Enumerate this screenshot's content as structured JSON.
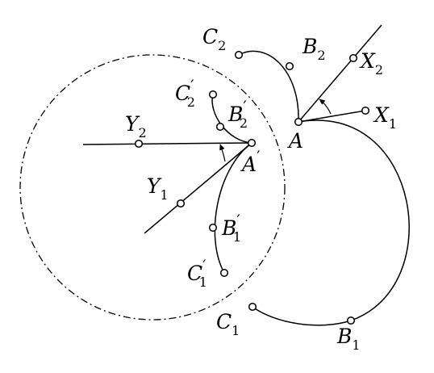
{
  "labels": {
    "A": {
      "base": "A",
      "sub": "",
      "prime": ""
    },
    "A1": {
      "base": "A",
      "sub": "",
      "prime": "′"
    },
    "B1": {
      "base": "B",
      "sub": "1",
      "prime": ""
    },
    "B2": {
      "base": "B",
      "sub": "2",
      "prime": ""
    },
    "C1": {
      "base": "C",
      "sub": "1",
      "prime": ""
    },
    "C2": {
      "base": "C",
      "sub": "2",
      "prime": ""
    },
    "X1": {
      "base": "X",
      "sub": "1",
      "prime": ""
    },
    "X2": {
      "base": "X",
      "sub": "2",
      "prime": ""
    },
    "Y1": {
      "base": "Y",
      "sub": "1",
      "prime": ""
    },
    "Y2": {
      "base": "Y",
      "sub": "2",
      "prime": ""
    },
    "B1p": {
      "base": "B",
      "sub": "1",
      "prime": "′"
    },
    "B2p": {
      "base": "B",
      "sub": "2",
      "prime": "′"
    },
    "C1p": {
      "base": "C",
      "sub": "1",
      "prime": "′"
    },
    "C2p": {
      "base": "C",
      "sub": "2",
      "prime": "′"
    }
  },
  "colors": {
    "stroke": "#000000",
    "background": "#ffffff"
  }
}
